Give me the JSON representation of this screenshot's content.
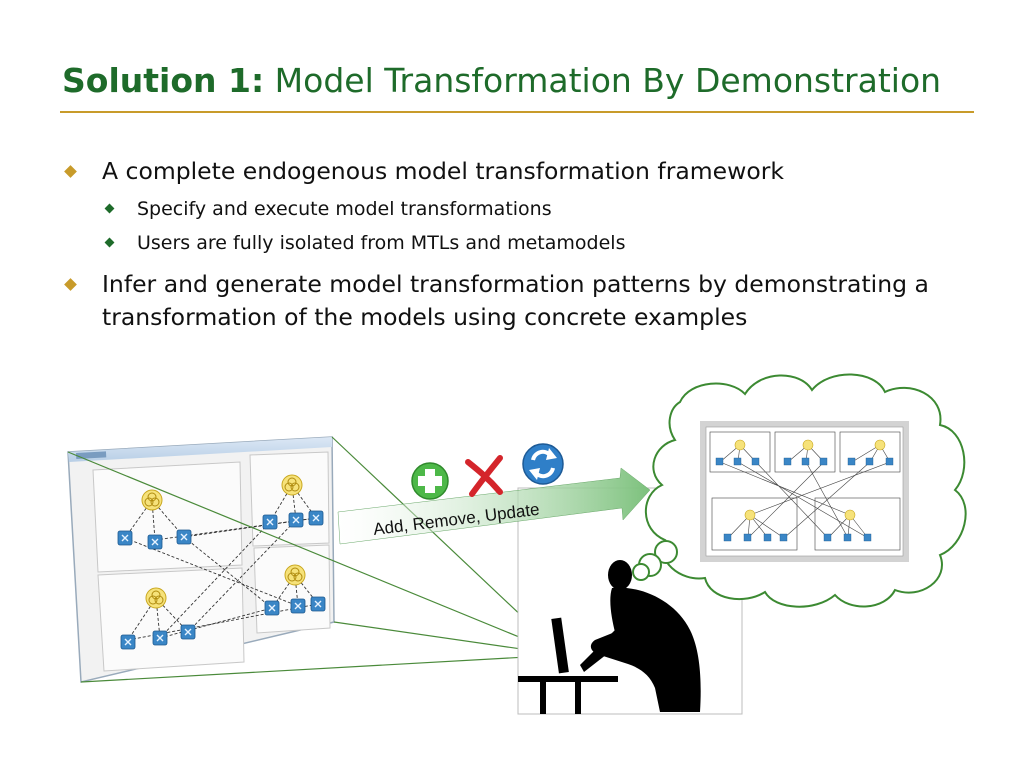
{
  "slide": {
    "title_strong": "Solution 1:",
    "title_rest": "Model Transformation By Demonstration",
    "bullets": [
      {
        "text": "A complete endogenous model transformation framework",
        "sub": [
          "Specify and execute model transformations",
          "Users are fully isolated from MTLs and metamodels"
        ]
      },
      {
        "text": "Infer and generate model transformation patterns by demonstrating a transformation of the models using concrete examples",
        "sub": []
      }
    ]
  },
  "diagram": {
    "arrow_label": "Add, Remove, Update",
    "icons": [
      "add-icon",
      "remove-icon",
      "update-icon"
    ],
    "colors": {
      "title_green": "#1e6b2a",
      "accent_gold": "#c89b2a",
      "cloud_green": "#3c8a32",
      "arrow_green": "#8dc98d",
      "node_blue": "#3a86c6",
      "node_yellow": "#f0d040"
    }
  }
}
